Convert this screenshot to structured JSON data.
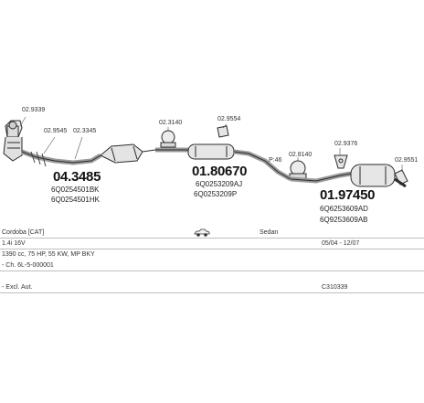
{
  "diagram": {
    "clamp_numbers": [
      "02.9339",
      "02.9545",
      "02.3345",
      "02.3140",
      "02.9554",
      "02.8140",
      "02.9376",
      "02.9551"
    ],
    "distance_mark": "P:46",
    "parts": [
      {
        "number": "04.3485",
        "oem": [
          "6Q0254501BK",
          "6Q0254501HK"
        ]
      },
      {
        "number": "01.80670",
        "oem": [
          "6Q0253209AJ",
          "6Q0253209P"
        ]
      },
      {
        "number": "01.97450",
        "oem": [
          "6Q6253609AD",
          "6Q9253609AB"
        ]
      }
    ]
  },
  "info": {
    "make_model": "Cordoba [CAT]",
    "vehicle_icon": "sedan-car-icon",
    "body_type": "Sedan",
    "engine": "1.4i 16V",
    "years": "05/04 - 12/07",
    "specs": "1390 cc, 75 HP, 55 KW, MP BKY",
    "chassis": "- Ch. 6L-5-000001",
    "excl": "- Excl. Aut.",
    "code": "C310339"
  },
  "colors": {
    "line": "#2b2b2b",
    "grid": "#bdbdbd"
  }
}
